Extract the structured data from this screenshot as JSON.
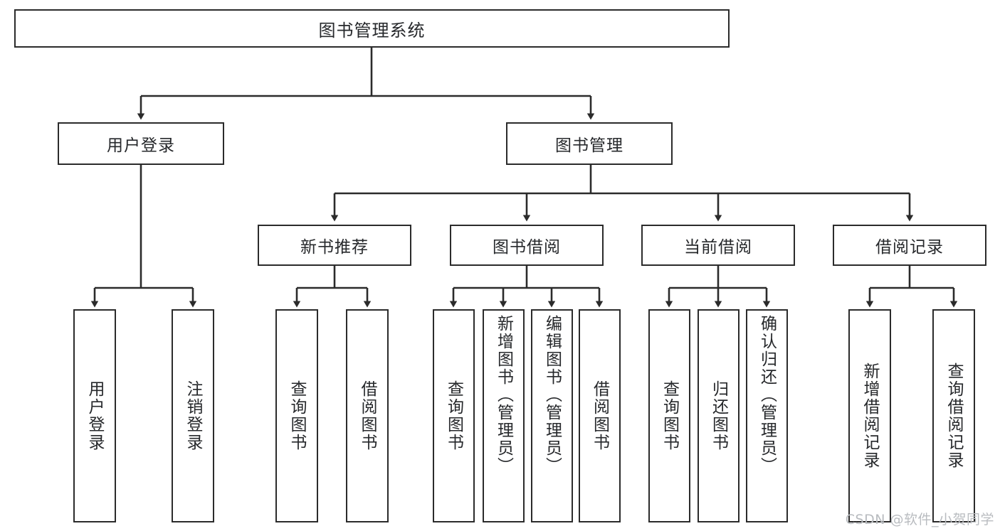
{
  "diagram": {
    "title": "图书管理系统",
    "watermark": "CSDN @软件_小贺同学",
    "colors": {
      "stroke": "#2b2b2b",
      "text": "#26282b",
      "background": "#ffffff",
      "watermark": "#b9bcc0"
    },
    "levels": {
      "root": "图书管理系统",
      "level2": [
        "用户登录",
        "图书管理"
      ],
      "level3": [
        "新书推荐",
        "图书借阅",
        "当前借阅",
        "借阅记录"
      ]
    },
    "nodes": {
      "root": "图书管理系统",
      "user_login": "用户登录",
      "book_manage": "图书管理",
      "new_book_rec": "新书推荐",
      "book_borrow": "图书借阅",
      "current_borrow": "当前借阅",
      "borrow_record": "借阅记录",
      "leaf_user_login": "用户登录",
      "leaf_logout": "注销登录",
      "leaf_query_book_a": "查询图书",
      "leaf_borrow_book_a": "借阅图书",
      "leaf_query_book_b": "查询图书",
      "leaf_add_book_admin": "新增图书（管理员）",
      "leaf_edit_book_admin": "编辑图书（管理员）",
      "leaf_borrow_book_b": "借阅图书",
      "leaf_query_book_c": "查询图书",
      "leaf_return_book": "归还图书",
      "leaf_confirm_return_admin": "确认归还（管理员）",
      "leaf_add_record": "新增借阅记录",
      "leaf_query_record": "查询借阅记录"
    }
  }
}
